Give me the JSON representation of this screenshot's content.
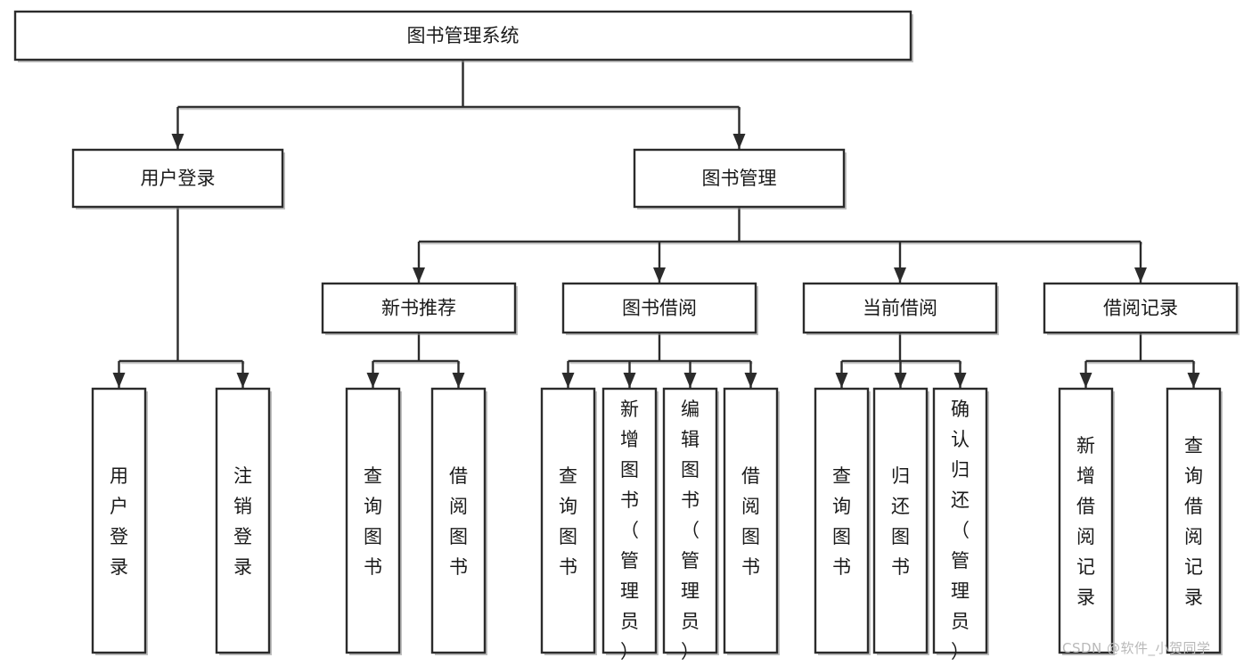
{
  "diagram": {
    "title": "图书管理系统",
    "type": "tree",
    "orientation": "top-down",
    "colors": {
      "box_fill": "#ffffff",
      "box_stroke": "#2b2b2b",
      "connector": "#2b2b2b",
      "text": "#1a1a1a",
      "background": "#ffffff",
      "watermark": "#b9b9b9"
    },
    "nodes": {
      "root": {
        "label": "图书管理系统",
        "level": 1,
        "orientation": "horizontal"
      },
      "level2": [
        {
          "label": "用户登录",
          "orientation": "horizontal"
        },
        {
          "label": "图书管理",
          "orientation": "horizontal"
        }
      ],
      "level3": [
        {
          "label": "新书推荐",
          "orientation": "horizontal"
        },
        {
          "label": "图书借阅",
          "orientation": "horizontal"
        },
        {
          "label": "当前借阅",
          "orientation": "horizontal"
        },
        {
          "label": "借阅记录",
          "orientation": "horizontal"
        }
      ],
      "leaves_user_login": [
        {
          "label": "用户登录",
          "orientation": "vertical"
        },
        {
          "label": "注销登录",
          "orientation": "vertical"
        }
      ],
      "leaves_new_book": [
        {
          "label": "查询图书",
          "orientation": "vertical"
        },
        {
          "label": "借阅图书",
          "orientation": "vertical"
        }
      ],
      "leaves_borrow": [
        {
          "label": "查询图书",
          "orientation": "vertical"
        },
        {
          "label": "新增图书（管理员）",
          "orientation": "vertical"
        },
        {
          "label": "编辑图书（管理员）",
          "orientation": "vertical"
        },
        {
          "label": "借阅图书",
          "orientation": "vertical"
        }
      ],
      "leaves_current": [
        {
          "label": "查询图书",
          "orientation": "vertical"
        },
        {
          "label": "归还图书",
          "orientation": "vertical"
        },
        {
          "label": "确认归还（管理员）",
          "orientation": "vertical"
        }
      ],
      "leaves_records": [
        {
          "label": "新增借阅记录",
          "orientation": "vertical"
        },
        {
          "label": "查询借阅记录",
          "orientation": "vertical"
        }
      ]
    },
    "edges": [
      {
        "from": "图书管理系统",
        "to": "用户登录"
      },
      {
        "from": "图书管理系统",
        "to": "图书管理"
      },
      {
        "from": "图书管理",
        "to": "新书推荐"
      },
      {
        "from": "图书管理",
        "to": "图书借阅"
      },
      {
        "from": "图书管理",
        "to": "当前借阅"
      },
      {
        "from": "图书管理",
        "to": "借阅记录"
      },
      {
        "from": "用户登录",
        "to": "用户登录"
      },
      {
        "from": "用户登录",
        "to": "注销登录"
      },
      {
        "from": "新书推荐",
        "to": "查询图书"
      },
      {
        "from": "新书推荐",
        "to": "借阅图书"
      },
      {
        "from": "图书借阅",
        "to": "查询图书"
      },
      {
        "from": "图书借阅",
        "to": "新增图书（管理员）"
      },
      {
        "from": "图书借阅",
        "to": "编辑图书（管理员）"
      },
      {
        "from": "图书借阅",
        "to": "借阅图书"
      },
      {
        "from": "当前借阅",
        "to": "查询图书"
      },
      {
        "from": "当前借阅",
        "to": "归还图书"
      },
      {
        "from": "当前借阅",
        "to": "确认归还（管理员）"
      },
      {
        "from": "借阅记录",
        "to": "新增借阅记录"
      },
      {
        "from": "借阅记录",
        "to": "查询借阅记录"
      }
    ]
  },
  "watermark": {
    "text": "CSDN @软件_小贺同学"
  }
}
